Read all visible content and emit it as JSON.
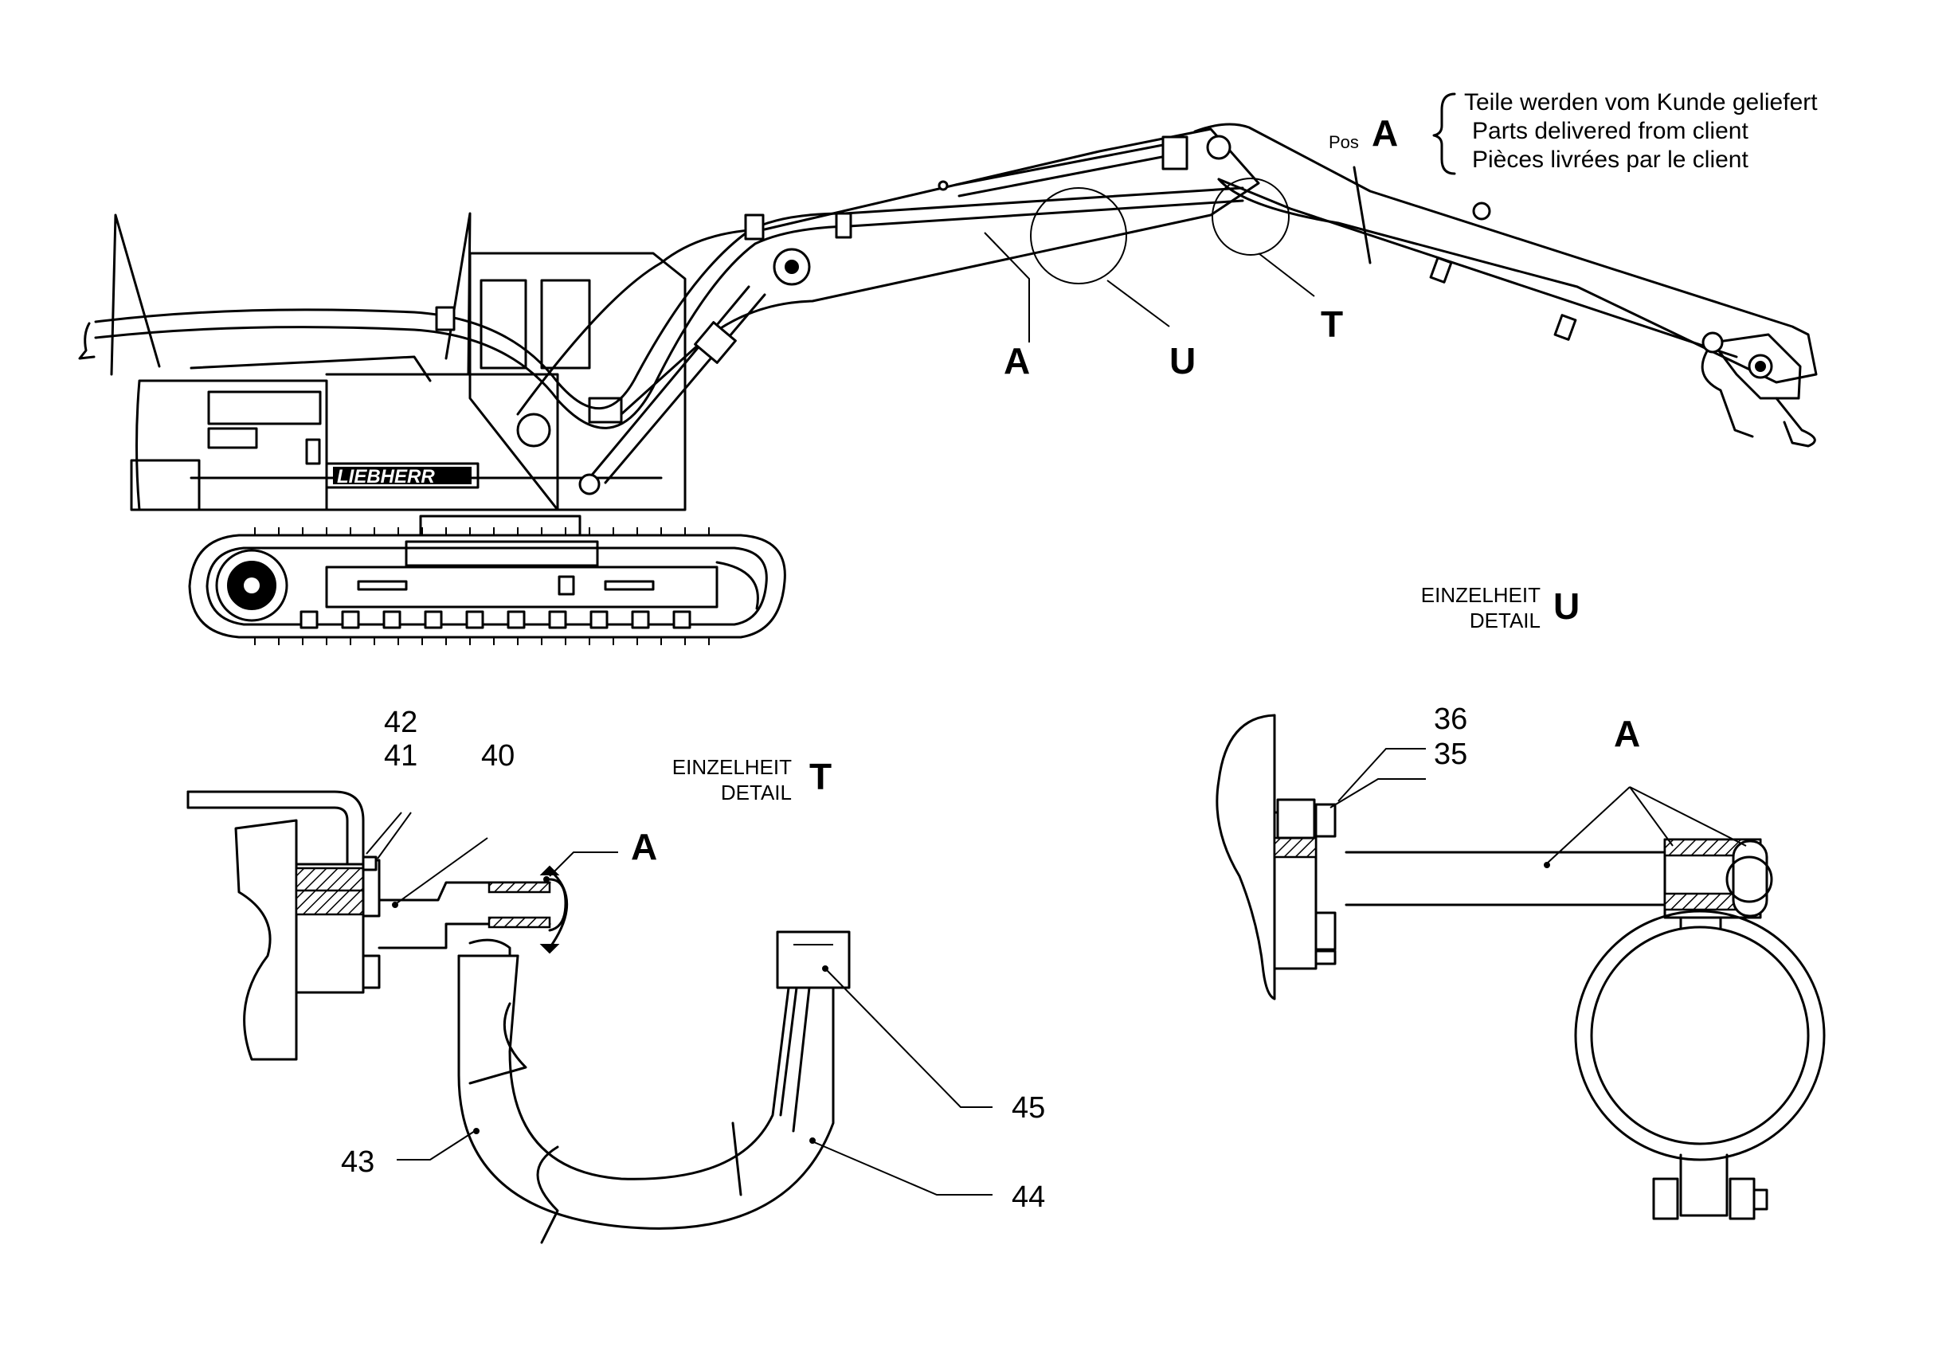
{
  "labels": {
    "A_main": "A",
    "U_main": "U",
    "T_main": "T",
    "pos_prefix": "Pos",
    "pos_letter": "A",
    "detail_T_line1": "EINZELHEIT",
    "detail_T_line2": "DETAIL",
    "detail_T_letter": "T",
    "detail_U_line1": "EINZELHEIT",
    "detail_U_line2": "DETAIL",
    "detail_U_letter": "U",
    "A_detailT": "A",
    "A_detailU": "A"
  },
  "client_note": {
    "de": "Teile werden vom Kunde geliefert",
    "en": "Parts delivered from client",
    "fr": "Pièces livrées par le client"
  },
  "brand": "LIEBHERR",
  "parts": {
    "p35": "35",
    "p36": "36",
    "p40": "40",
    "p41": "41",
    "p42": "42",
    "p43": "43",
    "p44": "44",
    "p45": "45"
  }
}
